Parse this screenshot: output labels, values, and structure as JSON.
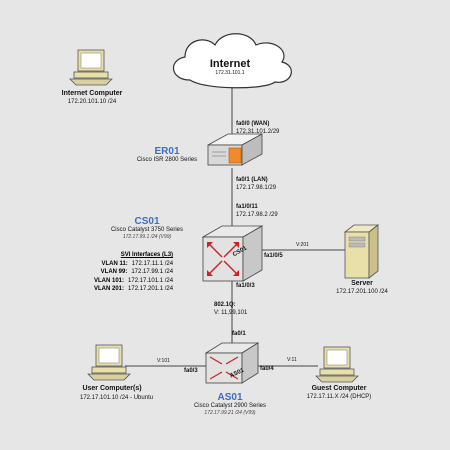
{
  "nodes": {
    "internet": {
      "label": "Internet",
      "ip": "172.31.101.1",
      "icon": "cloud-icon"
    },
    "internet_computer": {
      "name": "Internet Computer",
      "ip": "172.20.101.10 /24",
      "icon": "desktop-computer-icon"
    },
    "er01": {
      "name": "ER01",
      "model": "Cisco ISR 2800 Series",
      "icon": "router-icon"
    },
    "cs01": {
      "name": "CS01",
      "model": "Cisco Catalyst 3750 Series",
      "mgmt": "172.17.99.1 /24 (V99)",
      "icon": "layer3-switch-icon",
      "device_text": "CS01"
    },
    "server": {
      "name": "Server",
      "ip": "172.17.201.100 /24",
      "icon": "server-icon"
    },
    "as01": {
      "name": "AS01",
      "model": "Cisco Catalyst 2900 Series",
      "mgmt": "172.17.99.21 /24 (V99)",
      "icon": "switch-icon",
      "device_text": "AS01"
    },
    "user_computer": {
      "name": "User Computer(s)",
      "ip": "172.17.101.10 /24",
      "os": "- Ubuntu",
      "icon": "desktop-computer-icon"
    },
    "guest_computer": {
      "name": "Guest Computer",
      "ip": "172.17.11.X /24 (DHCP)",
      "icon": "desktop-computer-icon"
    }
  },
  "svi": {
    "title": "SVI Interfaces (L3)",
    "rows": [
      {
        "vlan": "VLAN 11:",
        "ip": "172.17.11.1 /24"
      },
      {
        "vlan": "VLAN 99:",
        "ip": "172.17.99.1 /24"
      },
      {
        "vlan": "VLAN 101:",
        "ip": "172.17.101.1 /24"
      },
      {
        "vlan": "VLAN 201:",
        "ip": "172.17.201.1 /24"
      }
    ]
  },
  "interfaces": {
    "er01_wan_port": "fa0/0 (WAN)",
    "er01_wan_ip": "172.31.101.2/29",
    "er01_lan_port": "fa0/1 (LAN)",
    "er01_lan_ip": "172.17.98.1/29",
    "cs01_uplink_port": "fa1/0/11",
    "cs01_uplink_ip": "172.17.98.2 /29",
    "cs01_server_port": "fa1/0/5",
    "server_vlan": "V:201",
    "cs01_down_port": "fa1/0/3",
    "trunk_type": "802.1Q:",
    "trunk_vlans": "V: 11,99,101",
    "as01_up_port": "fa0/1",
    "as01_user_port": "fa0/3",
    "user_vlan": "V:101",
    "as01_guest_port": "fa0/4",
    "guest_vlan": "V:11"
  },
  "colors": {
    "background": "#e6e6e6",
    "device_label_blue": "#3b6fc3",
    "router_accent": "#f08a2a",
    "switch_red": "#cc2222"
  }
}
